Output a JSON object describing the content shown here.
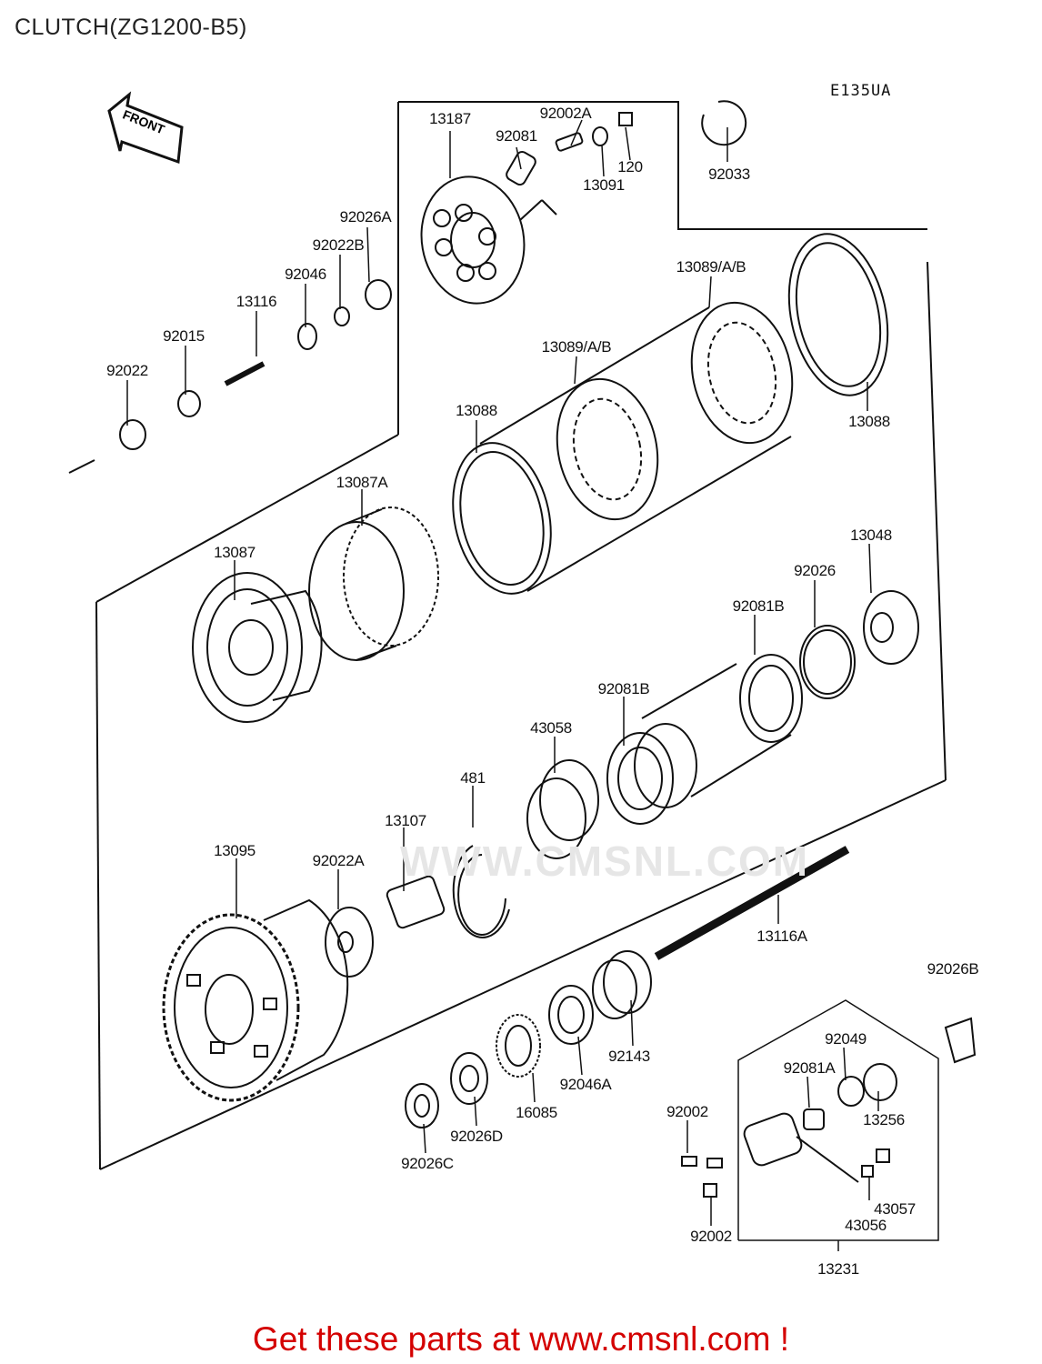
{
  "page": {
    "title": "CLUTCH(ZG1200-B5)",
    "drawing_code": "E135UA",
    "direction_label": "FRONT",
    "watermark": "WWW.CMSNL.COM",
    "footer": "Get these parts at www.cmsnl.com !"
  },
  "parts": [
    "13187",
    "92002A",
    "92081",
    "13091",
    "120",
    "92033",
    "92026A",
    "92022B",
    "92046",
    "13116",
    "92015",
    "92022",
    "13089/A/B",
    "13089/A/B",
    "13088",
    "13088",
    "13087A",
    "13087",
    "13048",
    "92026",
    "92081B",
    "92081B",
    "43058",
    "481",
    "13107",
    "92022A",
    "13095",
    "13116A",
    "92026B",
    "92049",
    "92081A",
    "13256",
    "92143",
    "92046A",
    "16085",
    "92026D",
    "92026C",
    "92002",
    "92002",
    "43057",
    "43056",
    "13231"
  ]
}
